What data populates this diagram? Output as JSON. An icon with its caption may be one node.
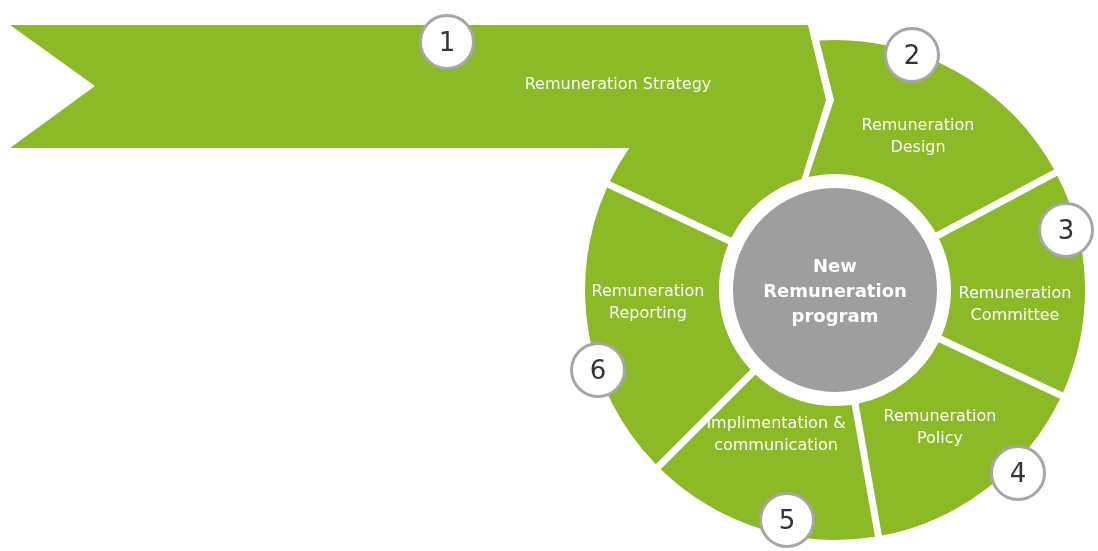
{
  "diagram": {
    "nodes": [
      {
        "text": [
          "Remuneration Strategy"
        ]
      },
      {
        "text": [
          "1"
        ]
      },
      {
        "text": [
          "Remuneration Design"
        ]
      },
      {
        "text": [
          "2"
        ]
      },
      {
        "text": [
          "Remuneration Committee"
        ]
      },
      {
        "text": [
          "3"
        ]
      },
      {
        "text": [
          "Remuneration Policy"
        ]
      },
      {
        "text": [
          "4"
        ]
      },
      {
        "text": [
          "Implimentation & communication"
        ]
      },
      {
        "text": [
          "5"
        ]
      },
      {
        "text": [
          "Remuneration Reporting"
        ]
      },
      {
        "text": [
          "6"
        ]
      },
      {
        "text": [
          "New Remuneration program"
        ]
      }
    ]
  }
}
